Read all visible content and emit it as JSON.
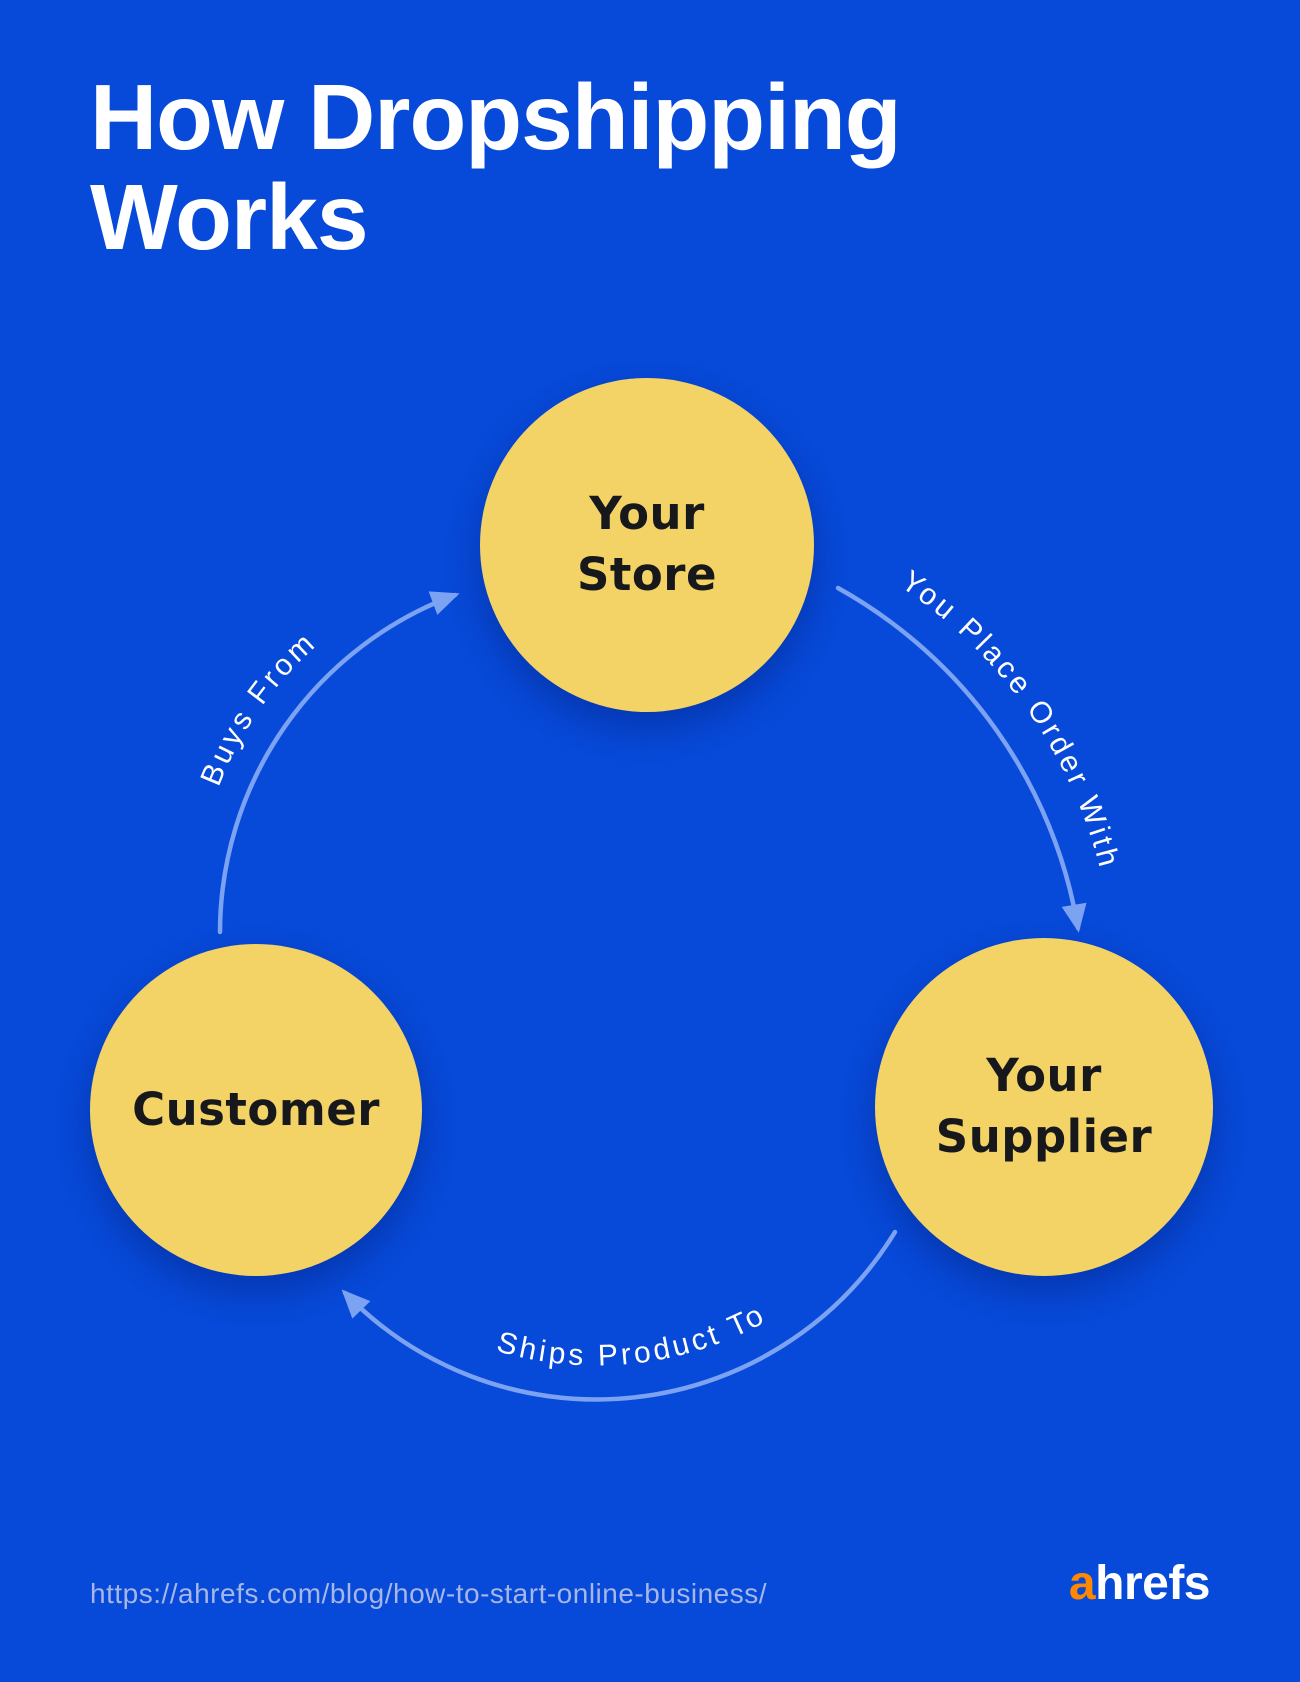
{
  "colors": {
    "background": "#0749D8",
    "node_fill": "#F3D366",
    "node_text": "#17181C",
    "arrow": "#7CA2F2",
    "title_text": "#FFFFFF",
    "arc_label_text": "#FFFFFF",
    "url_text": "#A6B6E6",
    "logo_prefix": "#FF8800",
    "logo_rest": "#FFFFFF"
  },
  "title": "How Dropshipping\nWorks",
  "diagram": {
    "nodes": [
      {
        "id": "your-store",
        "label": "Your\nStore"
      },
      {
        "id": "your-supplier",
        "label": "Your\nSupplier"
      },
      {
        "id": "customer",
        "label": "Customer"
      }
    ],
    "edges": [
      {
        "from": "customer",
        "to": "your-store",
        "label": "Buys From"
      },
      {
        "from": "your-store",
        "to": "your-supplier",
        "label": "You Place Order With"
      },
      {
        "from": "your-supplier",
        "to": "customer",
        "label": "Ships Product To"
      }
    ]
  },
  "footer": {
    "url": "https://ahrefs.com/blog/how-to-start-online-business/",
    "logo": {
      "prefix": "a",
      "rest": "hrefs"
    }
  }
}
